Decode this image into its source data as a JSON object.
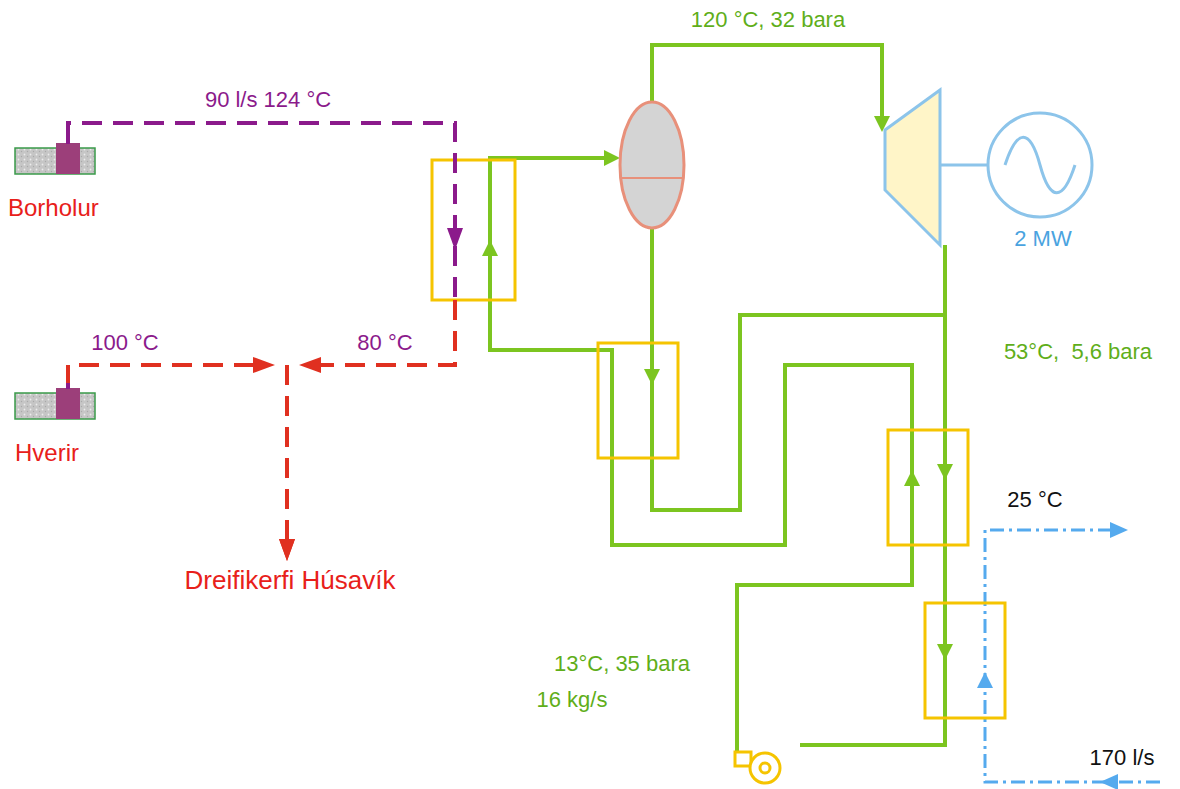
{
  "diagram": {
    "nodes": [
      {
        "text": [
          "Borholur"
        ]
      },
      {
        "text": [
          "Hverir"
        ]
      },
      {
        "text": [
          "Dreifikerfi Húsavík"
        ]
      },
      {
        "text": [
          "2 MW"
        ]
      }
    ],
    "edges": [
      {
        "from": 0,
        "to": 2,
        "arrow": "to",
        "label": "90 l/s 124 °C"
      },
      {
        "from": 1,
        "to": 2,
        "arrow": "to",
        "label": "100 °C"
      }
    ],
    "labels": [
      "80 °C",
      "120 °C, 32 bara",
      "53°C,  5,6 bara",
      "13°C, 35 bara",
      "16 kg/s",
      "25 °C",
      "170 l/s"
    ]
  }
}
